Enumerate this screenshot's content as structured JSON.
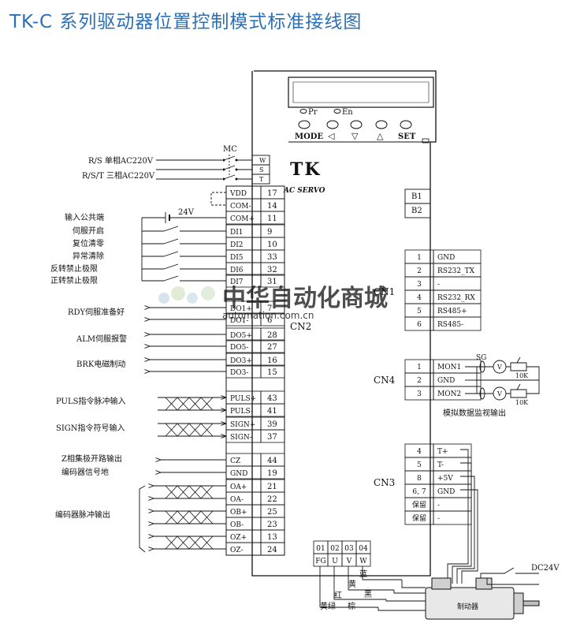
{
  "title": "TK-C 系列驱动器位置控制模式标准接线图",
  "driver": {
    "brand": "TK",
    "model": "AC SERVO",
    "leds": [
      "Pr",
      "En"
    ],
    "keys": [
      "MODE",
      "◁",
      "▽",
      "△",
      "SET"
    ]
  },
  "watermark": {
    "cn": "中华自动化商城",
    "en": "automation.com.cn"
  },
  "power": {
    "contactor": "MC",
    "lines": [
      "R/S 单相AC220V",
      "R/S/T 三相AC220V"
    ],
    "terminals": [
      "W",
      "S",
      "T"
    ]
  },
  "cn2": {
    "label": "CN2",
    "supply": "24V",
    "pins": [
      {
        "name": "VDD",
        "pin": "17"
      },
      {
        "name": "COM-",
        "pin": "14"
      },
      {
        "name": "COM+",
        "pin": "11"
      },
      {
        "name": "DI1",
        "pin": "9"
      },
      {
        "name": "DI2",
        "pin": "10"
      },
      {
        "name": "DI5",
        "pin": "33"
      },
      {
        "name": "DI6",
        "pin": "32"
      },
      {
        "name": "DI7",
        "pin": "31"
      },
      {
        "name": "DO1+",
        "pin": "7"
      },
      {
        "name": "DO1-",
        "pin": "6"
      },
      {
        "name": "DO5+",
        "pin": "28"
      },
      {
        "name": "DO5-",
        "pin": "27"
      },
      {
        "name": "DO3+",
        "pin": "16"
      },
      {
        "name": "DO3-",
        "pin": "15"
      },
      {
        "name": "PULS+",
        "pin": "43"
      },
      {
        "name": "PULS-",
        "pin": "41"
      },
      {
        "name": "SIGN+",
        "pin": "39"
      },
      {
        "name": "SIGN-",
        "pin": "37"
      },
      {
        "name": "CZ",
        "pin": "44"
      },
      {
        "name": "GND",
        "pin": "19"
      },
      {
        "name": "OA+",
        "pin": "21"
      },
      {
        "name": "OA-",
        "pin": "22"
      },
      {
        "name": "OB+",
        "pin": "25"
      },
      {
        "name": "OB-",
        "pin": "23"
      },
      {
        "name": "OZ+",
        "pin": "13"
      },
      {
        "name": "OZ-",
        "pin": "24"
      }
    ],
    "labels": {
      "common": "输入公共端",
      "servo_on": "伺服开启",
      "reset": "复位清零",
      "alarm_clear": "异常清除",
      "rev_limit": "反转禁止极限",
      "fwd_limit": "正转禁止极限",
      "rdy": "RDY伺服准备好",
      "alm": "ALM伺服报警",
      "brk": "BRK电磁制动",
      "puls": "PULS指令脉冲输入",
      "sign": "SIGN指令符号输入",
      "z_phase": "Z相集极开路输出",
      "enc_gnd": "编码器信号地",
      "enc_pulse": "编码器脉冲输出"
    }
  },
  "brake": {
    "pins": [
      "B1",
      "B2"
    ]
  },
  "cn1": {
    "label": "CN1",
    "rows": [
      {
        "no": "1",
        "name": "GND"
      },
      {
        "no": "2",
        "name": "RS232_TX"
      },
      {
        "no": "3",
        "name": "-"
      },
      {
        "no": "4",
        "name": "RS232_RX"
      },
      {
        "no": "5",
        "name": "RS485+"
      },
      {
        "no": "6",
        "name": "RS485-"
      }
    ]
  },
  "cn4": {
    "label": "CN4",
    "rows": [
      {
        "no": "1",
        "name": "MON1"
      },
      {
        "no": "2",
        "name": "GND"
      },
      {
        "no": "3",
        "name": "MON2"
      }
    ],
    "sg": "SG",
    "meter": "V",
    "pot": "10K",
    "caption": "模拟数据监视输出"
  },
  "cn3": {
    "label": "CN3",
    "rows": [
      {
        "no": "4",
        "name": "T+"
      },
      {
        "no": "5",
        "name": "T-"
      },
      {
        "no": "8",
        "name": "+5V"
      },
      {
        "no": "6, 7",
        "name": "GND"
      },
      {
        "no": "保留",
        "name": "-"
      },
      {
        "no": "保留",
        "name": "-"
      }
    ]
  },
  "motor": {
    "nums": [
      "01",
      "02",
      "03",
      "04"
    ],
    "names": [
      "FG",
      "U",
      "V",
      "W"
    ],
    "wires": [
      "蓝",
      "黄",
      "黑",
      "红",
      "黄绿",
      "棕"
    ],
    "dc": "DC24V",
    "brake_label": "制动器"
  }
}
